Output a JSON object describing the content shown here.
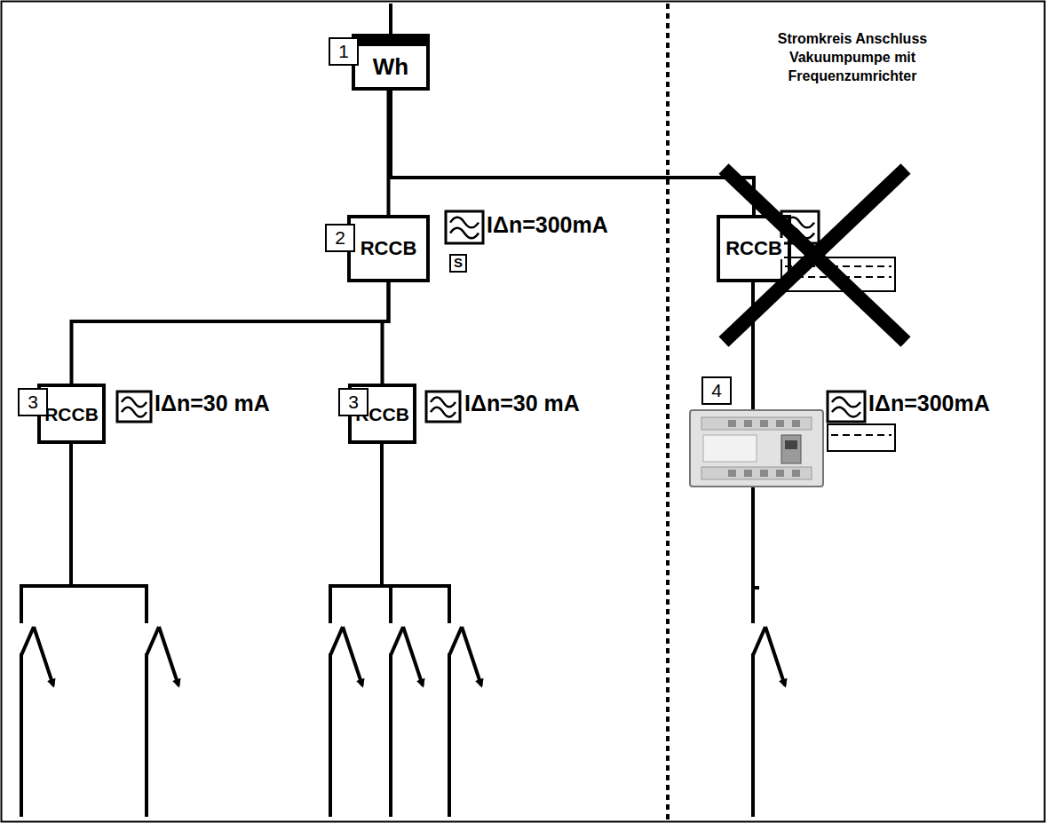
{
  "diagram": {
    "nodes": [
      {
        "text": [
          "Wh"
        ]
      },
      {
        "text": [
          "RCCB"
        ]
      },
      {
        "text": [
          "RCCB"
        ]
      },
      {
        "text": [
          "RCCB"
        ]
      },
      {
        "text": [
          "RCCB"
        ]
      }
    ],
    "edges": [
      {
        "from": 0,
        "to": 1,
        "arrow": "none"
      },
      {
        "from": 0,
        "to": 2,
        "arrow": "none"
      },
      {
        "from": 1,
        "to": 3,
        "arrow": "none"
      },
      {
        "from": 1,
        "to": 4,
        "arrow": "none"
      }
    ],
    "labels": [
      "1",
      "Stromkreis Anschluss Vakuumpumpe mit Frequenzumrichter",
      "2",
      "IΔn=300mA",
      "S",
      "3",
      "IΔn=30 mA",
      "3",
      "IΔn=30 mA",
      "4",
      "IΔn=300mA"
    ]
  }
}
